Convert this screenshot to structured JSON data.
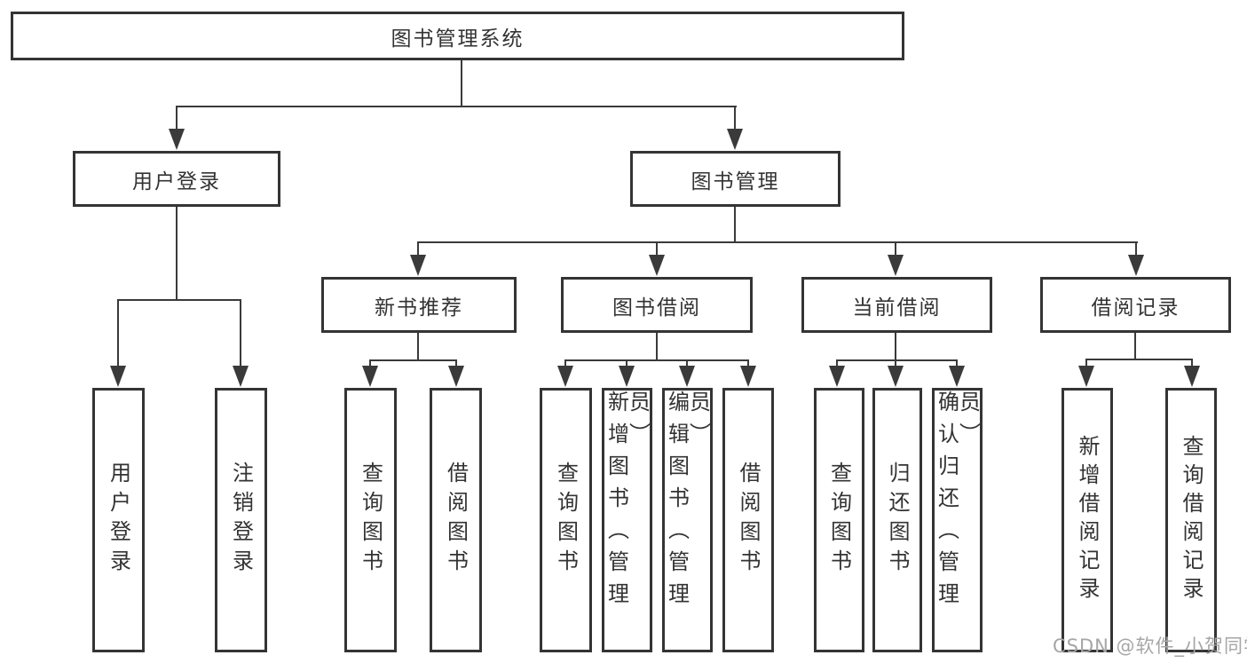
{
  "diagram_type": "hierarchy-tree",
  "tree": {
    "label": "图书管理系统",
    "children": [
      {
        "label": "用户登录",
        "children": [
          {
            "label": "用户登录"
          },
          {
            "label": "注销登录"
          }
        ]
      },
      {
        "label": "图书管理",
        "children": [
          {
            "label": "新书推荐",
            "children": [
              {
                "label": "查询图书"
              },
              {
                "label": "借阅图书"
              }
            ]
          },
          {
            "label": "图书借阅",
            "children": [
              {
                "label": "查询图书"
              },
              {
                "label": "新增图书（管理员）"
              },
              {
                "label": "编辑图书（管理员）"
              },
              {
                "label": "借阅图书"
              }
            ]
          },
          {
            "label": "当前借阅",
            "children": [
              {
                "label": "查询图书"
              },
              {
                "label": "归还图书"
              },
              {
                "label": "确认归还（管理员）"
              }
            ]
          },
          {
            "label": "借阅记录",
            "children": [
              {
                "label": "新增借阅记录"
              },
              {
                "label": "查询借阅记录"
              }
            ]
          }
        ]
      }
    ]
  },
  "watermark": "CSDN @软件_小贺同学",
  "colors": {
    "line": "#3a3a3a",
    "box_border": "#343434",
    "text": "#333333",
    "background": "#ffffff",
    "watermark": "#a6a6a6"
  }
}
